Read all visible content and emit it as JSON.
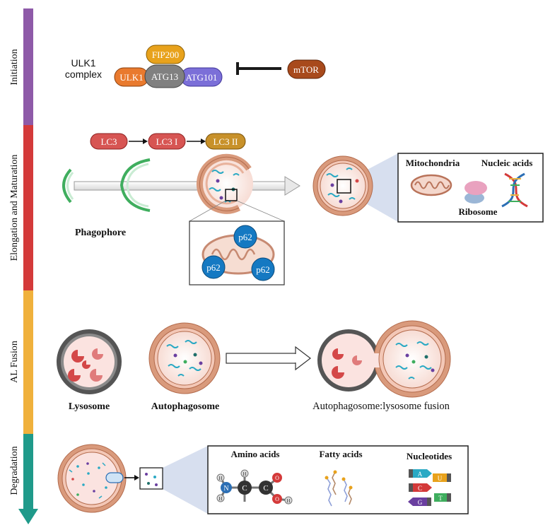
{
  "stages": [
    {
      "label": "Initiation",
      "color": "#8e5aa8"
    },
    {
      "label": "Elongation and Maturation",
      "color": "#d43a3a"
    },
    {
      "label": "AL Fusion",
      "color": "#f0b13c"
    },
    {
      "label": "Degradation",
      "color": "#1f9a8a"
    }
  ],
  "initiation": {
    "complex_label_line1": "ULK1",
    "complex_label_line2": "complex",
    "fip200": "FIP200",
    "ulk1": "ULK1",
    "atg13": "ATG13",
    "atg101": "ATG101",
    "mtor": "mTOR"
  },
  "elongation": {
    "lc3": "LC3",
    "lc3_i": "LC3 I",
    "lc3_ii": "LC3 II",
    "phagophore": "Phagophore",
    "p62_a": "p62",
    "p62_b": "p62",
    "p62_c": "p62",
    "mitochondria": "Mitochondria",
    "nucleic_acids": "Nucleic acids",
    "ribosome": "Ribosome"
  },
  "fusion": {
    "lysosome": "Lysosome",
    "autophagosome": "Autophagosome",
    "fusion_label": "Autophagosome:lysosome fusion"
  },
  "degradation": {
    "amino_acids": "Amino acids",
    "fatty_acids": "Fatty acids",
    "nucleotides": "Nucleotides",
    "atom_h": "H",
    "atom_n": "N",
    "atom_c": "C",
    "atom_o": "O",
    "nuc_a": "A",
    "nuc_u": "U",
    "nuc_c": "C",
    "nuc_g": "G",
    "nuc_t": "T"
  },
  "colors": {
    "membrane": "#d99a7c",
    "membrane_dark": "#b36b4c",
    "lumen": "#fbeae6",
    "cargo_teal": "#2aa9c4",
    "lysosome_rim": "#6e6e6e",
    "enzyme_red": "#d44848",
    "p62_blue": "#1579c2"
  }
}
